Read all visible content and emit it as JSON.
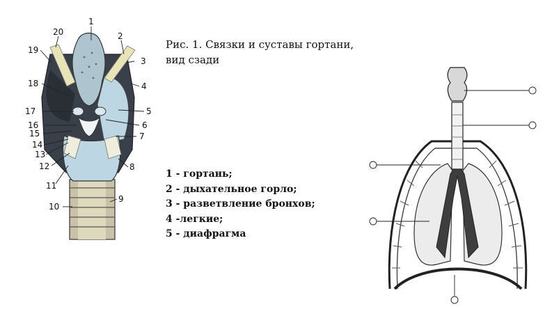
{
  "caption": {
    "line1": "Рис. 1. Связки и суставы гортани,",
    "line2": "вид сзади"
  },
  "legend": [
    "1  - гортань;",
    "2 - дыхательное горло;",
    "3  -  разветвление бронхов;",
    "4 -легкие;",
    "5 - диафрагма"
  ],
  "larynx_labels": [
    "1",
    "2",
    "3",
    "4",
    "5",
    "6",
    "7",
    "8",
    "9",
    "10",
    "11",
    "12",
    "13",
    "14",
    "15",
    "16",
    "17",
    "18",
    "19",
    "20"
  ],
  "colors": {
    "cartilage_blue": "#bcd6e3",
    "dark_tissue": "#2a2f36",
    "ligament_yellow": "#e9e3b8",
    "line": "#222222"
  }
}
